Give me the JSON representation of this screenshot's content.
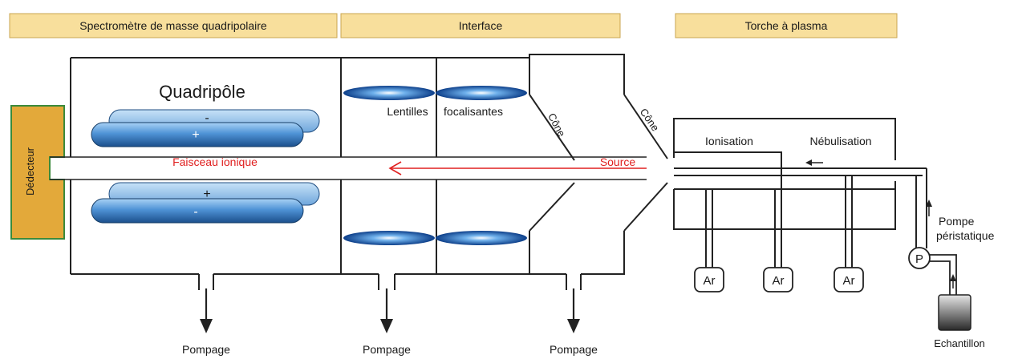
{
  "headers": {
    "mass_spec": "Spectromètre de masse quadripolaire",
    "interface": "Interface",
    "torch": "Torche à plasma"
  },
  "labels": {
    "quadrupole": "Quadripôle",
    "detector": "Dédecteur",
    "ion_beam": "Faisceau ionique",
    "source": "Source",
    "lens_1": "Lentilles",
    "lens_2": "focalisantes",
    "cone_1": "Cône",
    "cone_2": "Cône",
    "ionisation": "Ionisation",
    "nebulisation": "Nébulisation",
    "ar_1": "Ar",
    "ar_2": "Ar",
    "ar_3": "Ar",
    "pump_symbol": "P",
    "pump_line_1": "Pompe",
    "pump_line_2": "péristatique",
    "sample": "Echantillon",
    "pumping_1": "Pompage",
    "pumping_2": "Pompage",
    "pumping_3": "Pompage",
    "rod_top_upper_sign": "-",
    "rod_top_lower_sign": "+",
    "rod_bottom_upper_sign": "+",
    "rod_bottom_lower_sign": "-"
  },
  "colors": {
    "header_fill": "#f8df9c",
    "header_stroke": "#caa650",
    "detector_fill": "#e3a93a",
    "detector_stroke": "#3b8a3b",
    "beam": "#e02020",
    "source_text": "#e02020",
    "rod_light": "#8cc0ee",
    "rod_dark": "#1f5c9f"
  }
}
